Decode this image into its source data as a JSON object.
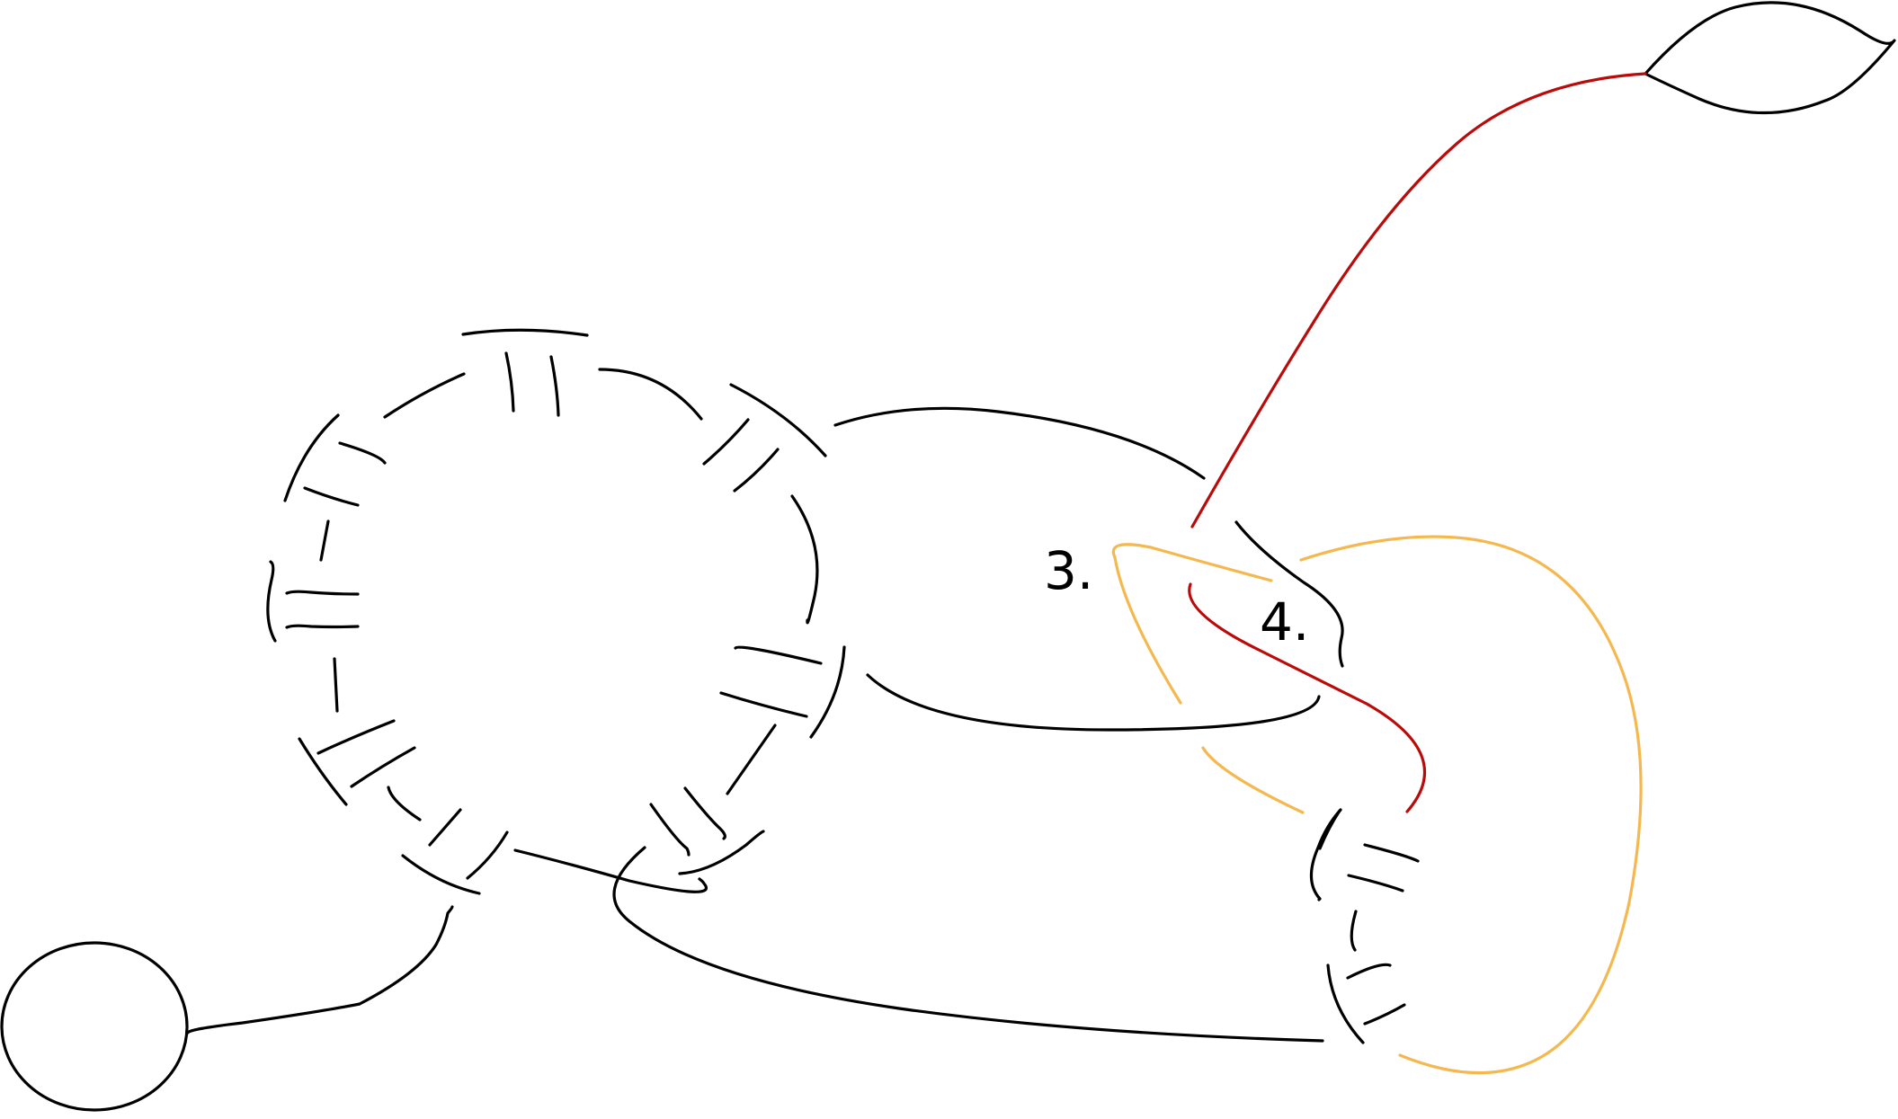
{
  "diagram": {
    "colors": {
      "ink": "#000000",
      "red": "#bb0a0a",
      "orange": "#f5b84f",
      "background": "#ffffff"
    },
    "labels": {
      "label_3": "3.",
      "label_4": "4."
    },
    "components": [
      "black-knot-diagram",
      "red-strand",
      "orange-strand",
      "end-loop-left",
      "end-loop-right"
    ]
  }
}
